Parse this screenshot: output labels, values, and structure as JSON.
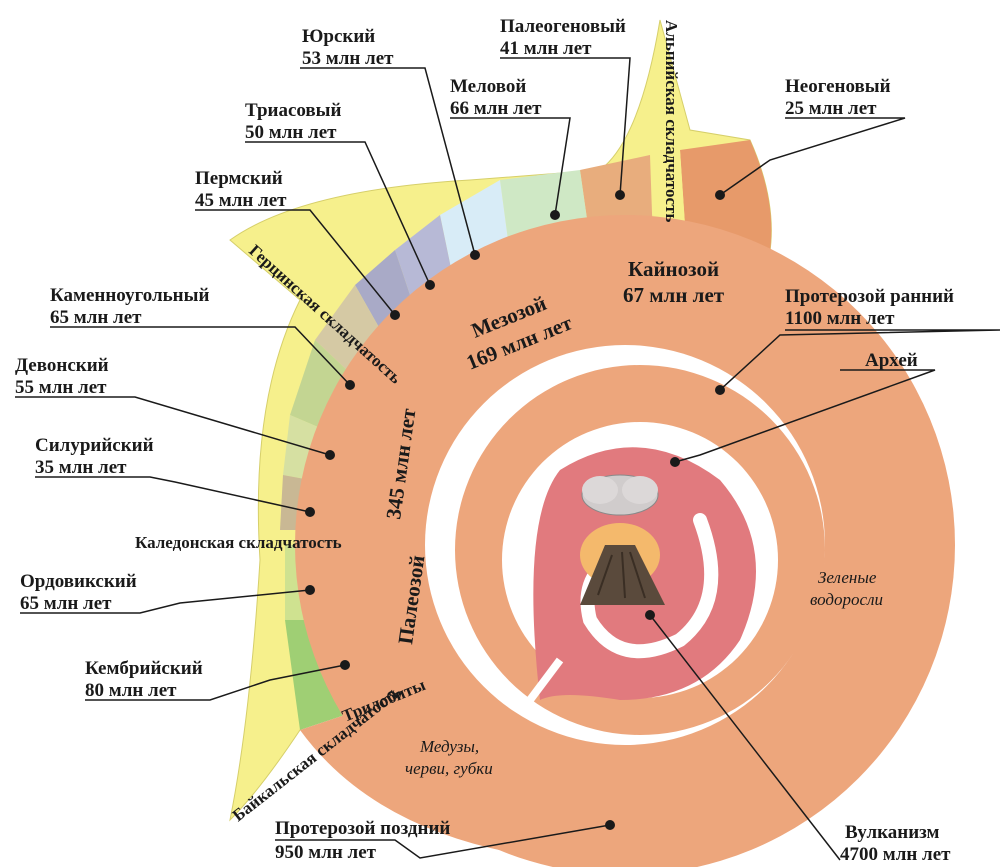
{
  "periods": {
    "jurassic": {
      "name": "Юрский",
      "dur": "53 млн лет"
    },
    "paleogene": {
      "name": "Палеогеновый",
      "dur": "41 млн лет"
    },
    "cretaceous": {
      "name": "Меловой",
      "dur": "66 млн  лет"
    },
    "neogene": {
      "name": "Неогеновый",
      "dur": "25 млн лет"
    },
    "triassic": {
      "name": "Триасовый",
      "dur": "50 млн лет"
    },
    "permian": {
      "name": "Пермский",
      "dur": "45 млн лет"
    },
    "carboniferous": {
      "name": "Каменноугольный",
      "dur": "65 млн лет"
    },
    "devonian": {
      "name": "Девонский",
      "dur": "55 млн лет"
    },
    "silurian": {
      "name": "Силурийский",
      "dur": "35 млн лет"
    },
    "ordovician": {
      "name": "Ордовикский",
      "dur": "65 млн лет"
    },
    "cambrian": {
      "name": "Кембрийский",
      "dur": "80 млн лет"
    }
  },
  "eras": {
    "cenozoic": {
      "name": "Кайнозой",
      "dur": "67 млн лет"
    },
    "mesozoic": {
      "name": "Мезозой",
      "dur": "169 млн лет"
    },
    "paleozoic": {
      "name": "Палеозой",
      "dur": "345 млн лет"
    },
    "proterozoic_early": {
      "name": "Протерозой ранний",
      "dur": "1100 млн лет"
    },
    "archean": {
      "name": "Архей"
    },
    "proterozoic_late": {
      "name": "Протерозой поздний",
      "dur": "950 млн лет"
    },
    "volcanism": {
      "name": "Вулканизм",
      "dur": "4700 млн лет"
    }
  },
  "foldings": {
    "alpine": "Альпийская складчатость",
    "hercynian": "Герцинская складчатость",
    "caledonian": "Каледонская складчатость",
    "baikal": "Байкальская складчатость"
  },
  "life": {
    "algae_1": "Зеленые",
    "algae_2": "водоросли",
    "jelly_1": "Медузы,",
    "jelly_2": "черви, губки",
    "trilobites": "Трилобиты"
  },
  "colors": {
    "outer_spiral": "#eda67c",
    "inner_spiral": "#e17a7e",
    "paleozoic_green": "#b9d98a",
    "mesozoic_blue": "#c7dcf0",
    "cenozoic_orange": "#e8a070",
    "folding_yellow": "#f6f08c"
  }
}
